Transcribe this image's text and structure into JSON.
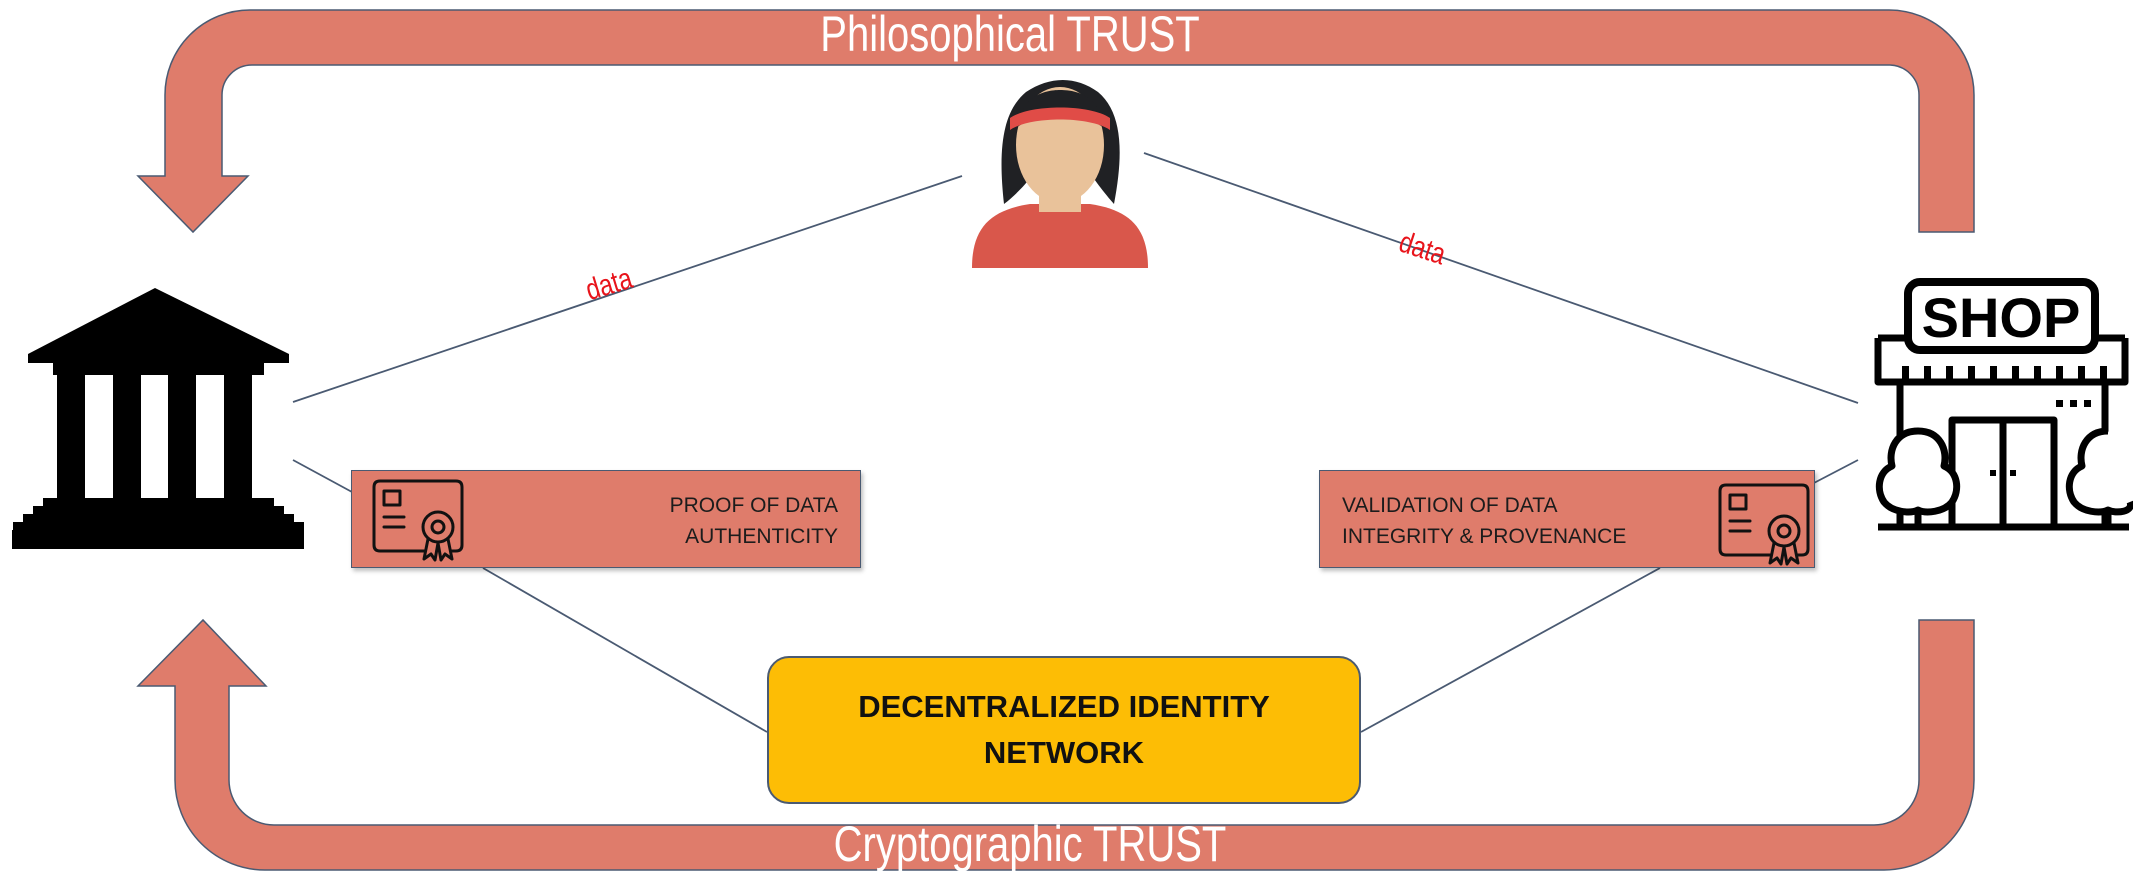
{
  "trust": {
    "top_label": "Philosophical TRUST",
    "bottom_label": "Cryptographic TRUST"
  },
  "actors": {
    "issuer_icon": "government-building-icon",
    "holder_icon": "woman-avatar-icon",
    "verifier_icon": "shop-storefront-icon",
    "shop_sign": "SHOP"
  },
  "flows": {
    "left_data_label": "data",
    "right_data_label": "data"
  },
  "credentials": {
    "left": {
      "line1": "PROOF OF DATA",
      "line2": "AUTHENTICITY",
      "icon": "certificate-icon"
    },
    "right": {
      "line1": "VALIDATION OF DATA",
      "line2": "INTEGRITY & PROVENANCE",
      "icon": "certificate-icon"
    }
  },
  "network": {
    "line1": "DECENTRALIZED IDENTITY",
    "line2": "NETWORK"
  },
  "colors": {
    "arrow": "#df7c6b",
    "arrow_outline": "#4a5a72",
    "network_box": "#fdbd05",
    "data_label": "#e8141b",
    "connector": "#4a5a72"
  }
}
